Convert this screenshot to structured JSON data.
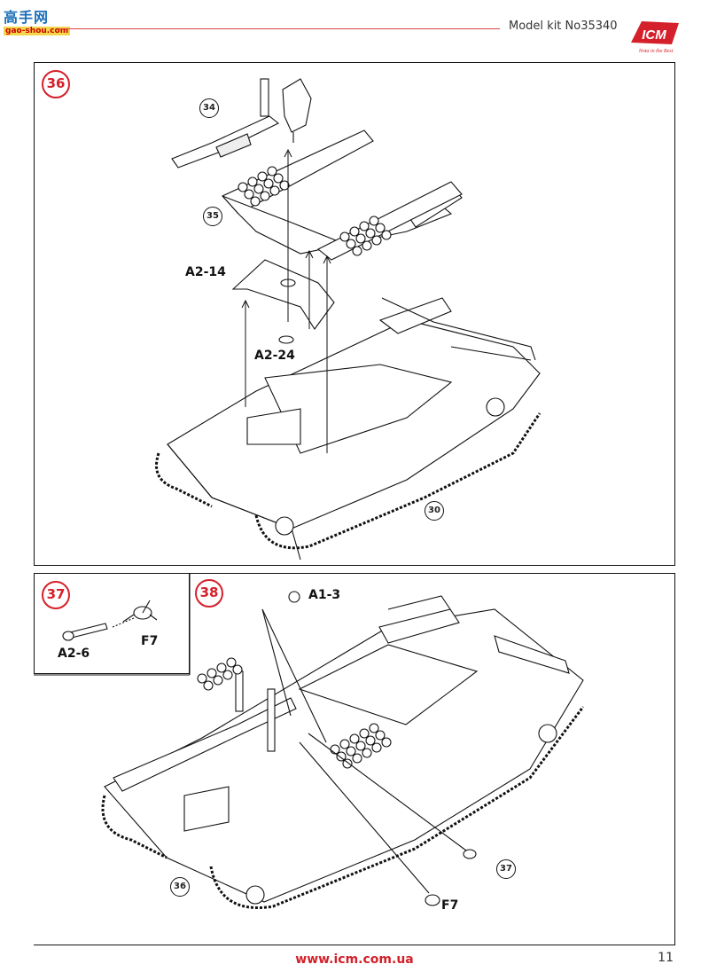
{
  "watermark": {
    "line1": "高手网",
    "line2": "gao-shou.com"
  },
  "header": {
    "model_kit": "Model kit No35340",
    "brand": "ICM",
    "tagline": "Nota in the Best"
  },
  "steps": {
    "s36": {
      "number": "36",
      "refs": {
        "r34": "34",
        "r35": "35",
        "r30": "30"
      },
      "labels": {
        "a214": "A2-14",
        "a224": "A2-24"
      }
    },
    "s37": {
      "number": "37",
      "labels": {
        "a26": "A2-6",
        "f7": "F7"
      }
    },
    "s38": {
      "number": "38",
      "refs": {
        "r36": "36",
        "r37": "37"
      },
      "labels": {
        "a13": "A1-3",
        "f7": "F7"
      }
    }
  },
  "footer": {
    "url": "www.icm.com.ua",
    "page": "11"
  },
  "colors": {
    "accent": "#d4202a",
    "line": "#111111"
  }
}
